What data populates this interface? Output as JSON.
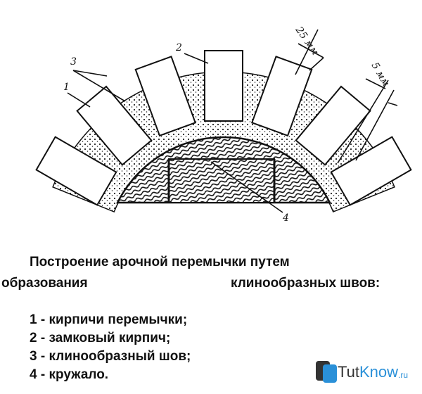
{
  "diagram": {
    "labels": {
      "brick": "1",
      "keystone": "2",
      "wedge_joint": "3",
      "centering": "4"
    },
    "dimensions": {
      "outer_joint": "25 мм",
      "inner_joint": "5 мм"
    }
  },
  "caption": {
    "line1": "Построение арочной перемычки путем",
    "line2a": "образования",
    "line2b": "клинообразных швов:"
  },
  "legend": [
    "1 - кирпичи перемычки;",
    "2 - замковый кирпич;",
    "3 - клинообразный шов;",
    "4 - кружало."
  ],
  "logo": {
    "part1": "Tut",
    "part2": "Know",
    "part3": ".ru"
  }
}
